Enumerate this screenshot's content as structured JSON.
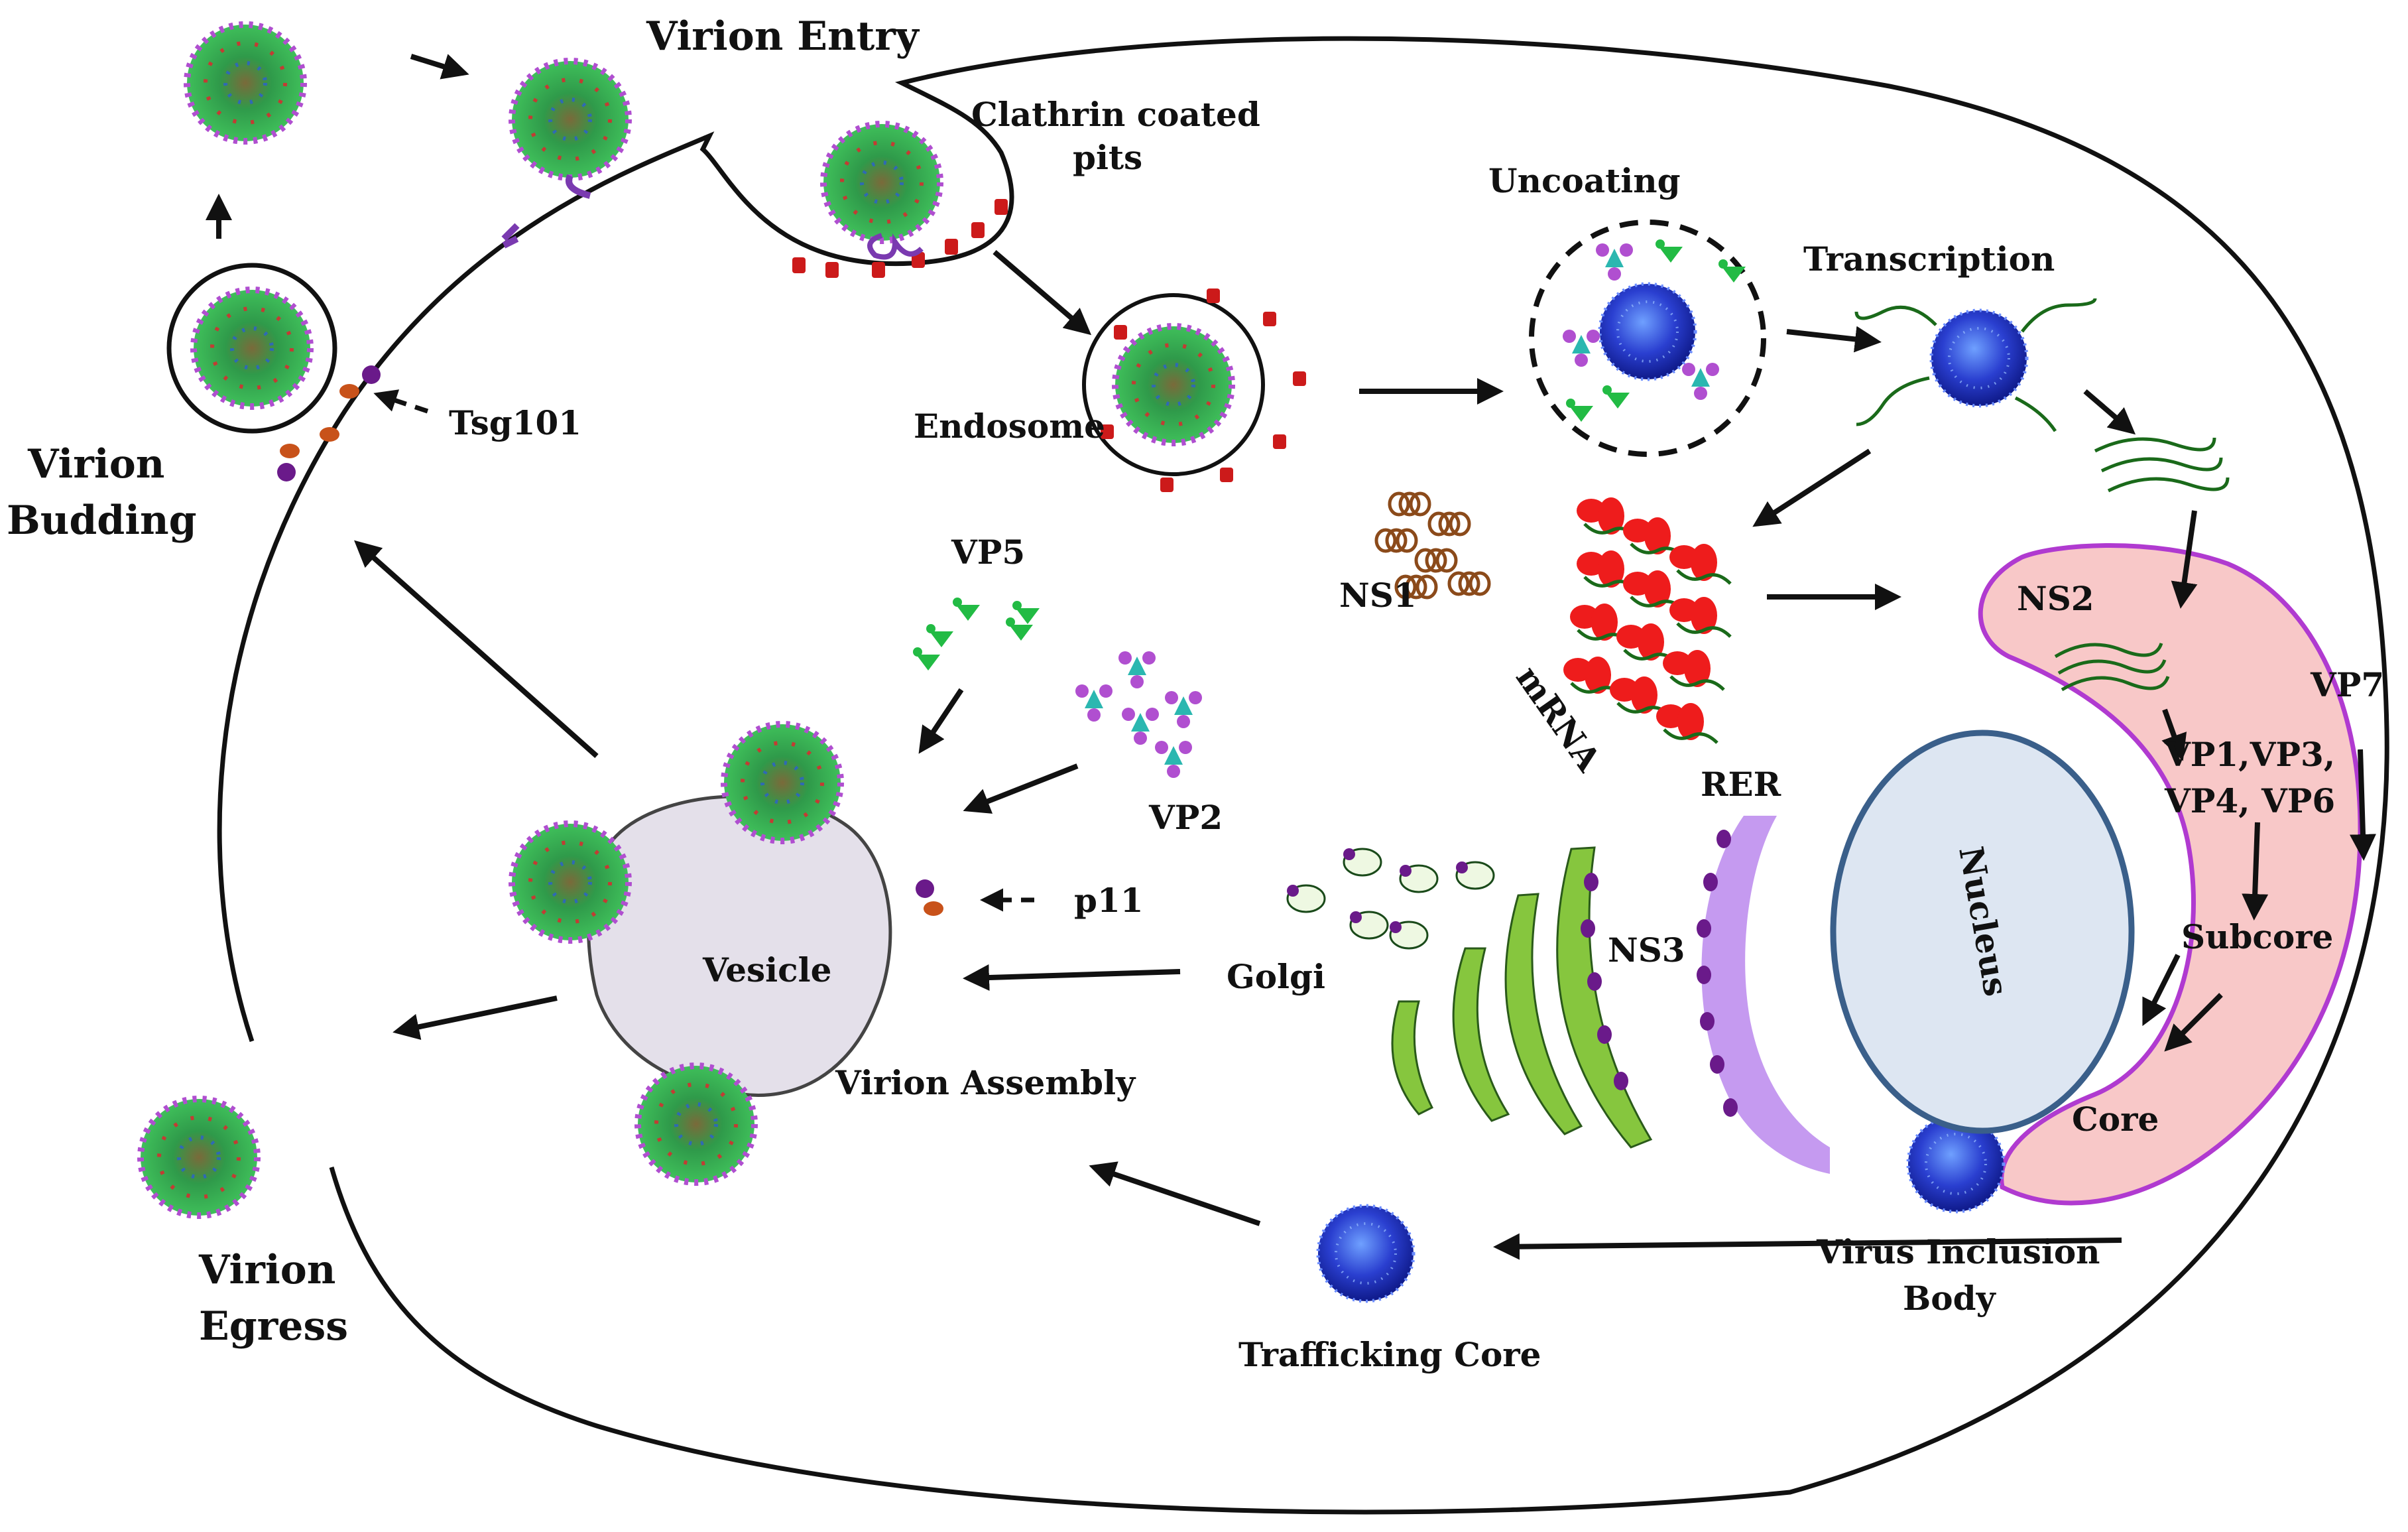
{
  "labels": {
    "virion_entry": "Virion Entry",
    "clathrin_line1": "Clathrin coated",
    "clathrin_line2": "pits",
    "uncoating": "Uncoating",
    "transcription": "Transcription",
    "endosome": "Endosome",
    "tsg101": "Tsg101",
    "virion_budding_line1": "Virion",
    "virion_budding_line2": "Budding",
    "vp5": "VP5",
    "vp2": "VP2",
    "ns1": "NS1",
    "mrna": "mRNA",
    "ns2": "NS2",
    "vp7": "VP7",
    "vp_list_line1": "VP1,VP3,",
    "vp_list_line2": "VP4, VP6",
    "subcore": "Subcore",
    "core": "Core",
    "rer": "RER",
    "nucleus": "Nucleus",
    "ns3": "NS3",
    "golgi": "Golgi",
    "p11": "p11",
    "vesicle": "Vesicle",
    "virion_assembly": "Virion Assembly",
    "virion_egress_line1": "Virion",
    "virion_egress_line2": "Egress",
    "trafficking_core": "Trafficking Core",
    "vib_line1": "Virus Inclusion",
    "vib_line2": "Body"
  },
  "colors": {
    "virion_core": "#3fa84a",
    "virion_spike": "#b04fd0",
    "virion_red": "#d23030",
    "core_blue": "#2a3fd0",
    "clathrin_red": "#cc1a1a",
    "vib_fill": "#f8c8c8",
    "vib_stroke": "#b03ad0",
    "nucleus_fill": "#dde6f2",
    "nucleus_stroke": "#3a5f8a",
    "rer": "#c59af0",
    "golgi": "#86c63e",
    "vesicle": "#e4e0ea",
    "ns1": "#8b4a1a",
    "mrna_red": "#ee1c1c",
    "vp5_green": "#22bb44",
    "vp2_teal": "#2bb7b0"
  }
}
